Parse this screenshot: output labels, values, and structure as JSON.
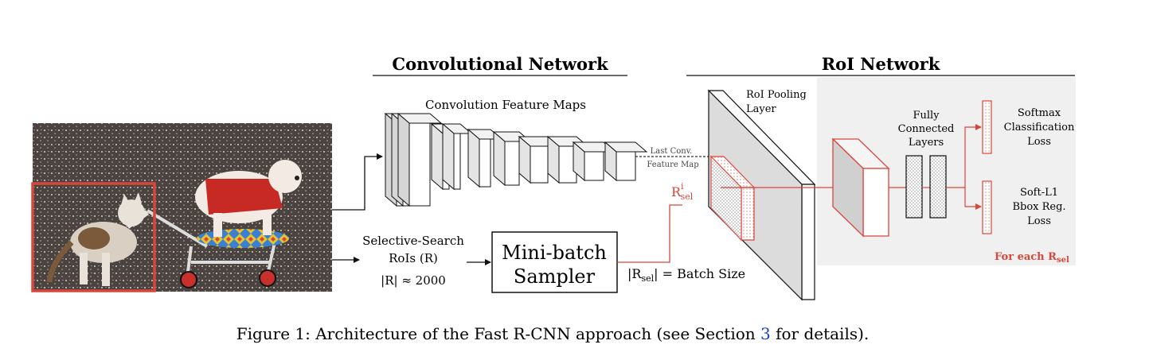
{
  "sections": {
    "conv_title": "Convolutional Network",
    "roi_title": "RoI Network"
  },
  "labels": {
    "conv_feature_maps": "Convolution Feature Maps",
    "last_conv_line1": "Last Conv.",
    "last_conv_line2": "Feature Map",
    "roi_pool_line1": "RoI Pooling",
    "roi_pool_line2": "Layer",
    "fc_line1": "Fully",
    "fc_line2": "Connected",
    "fc_line3": "Layers",
    "softmax_line1": "Softmax",
    "softmax_line2": "Classification",
    "softmax_line3": "Loss",
    "softl1_line1": "Soft-L1",
    "softl1_line2": "Bbox Reg.",
    "softl1_line3": "Loss",
    "ss_line1": "Selective-Search",
    "ss_line2": "RoIs (R)",
    "ss_line3": "|R| ≈ 2000",
    "sampler_line1": "Mini-batch",
    "sampler_line2": "Sampler",
    "batch_size_prefix": "|R",
    "batch_size_sub": "sel",
    "batch_size_suffix": "| = Batch Size",
    "rsel_base": "R",
    "rsel_sup": "i",
    "rsel_sub": "sel",
    "for_each_prefix": "For each R",
    "for_each_sub": "sel"
  },
  "caption": {
    "prefix": "Figure 1: Architecture of the Fast R-CNN approach (see Section ",
    "ref": "3",
    "suffix": " for details)."
  },
  "colors": {
    "accent_red": "#d9463b",
    "caption_link": "#1a3fd0",
    "gray_panel": "#f0f0f0",
    "box_fill": "#e6e6e6"
  }
}
